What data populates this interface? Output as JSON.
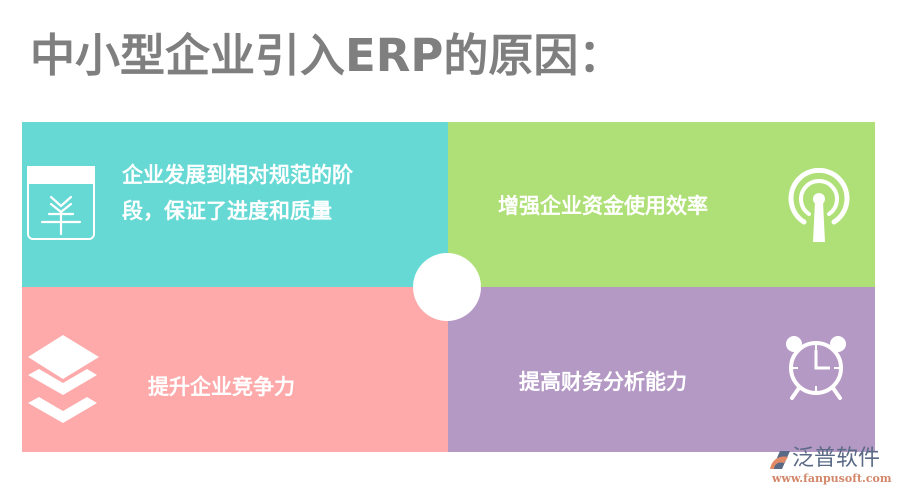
{
  "title": "中小型企业引入ERP的原因：",
  "colors": {
    "title": "#7f7f7f",
    "teal": "#66d9d5",
    "green": "#afe077",
    "pink": "#fea9aa",
    "purple": "#b599c5"
  },
  "panels": [
    {
      "position": "top-left",
      "line1": "企业发展到相对规范的阶",
      "line2": "段，保证了进度和质量",
      "icon": "yuan-calendar-icon"
    },
    {
      "position": "top-right",
      "text": "增强企业资金使用效率",
      "icon": "broadcast-antenna-icon"
    },
    {
      "position": "bottom-left",
      "text": "提升企业竞争力",
      "icon": "layers-icon"
    },
    {
      "position": "bottom-right",
      "text": "提高财务分析能力",
      "icon": "alarm-clock-icon"
    }
  ],
  "watermark": {
    "brand": "泛普软件",
    "url": "www.fanpusoft.com"
  }
}
